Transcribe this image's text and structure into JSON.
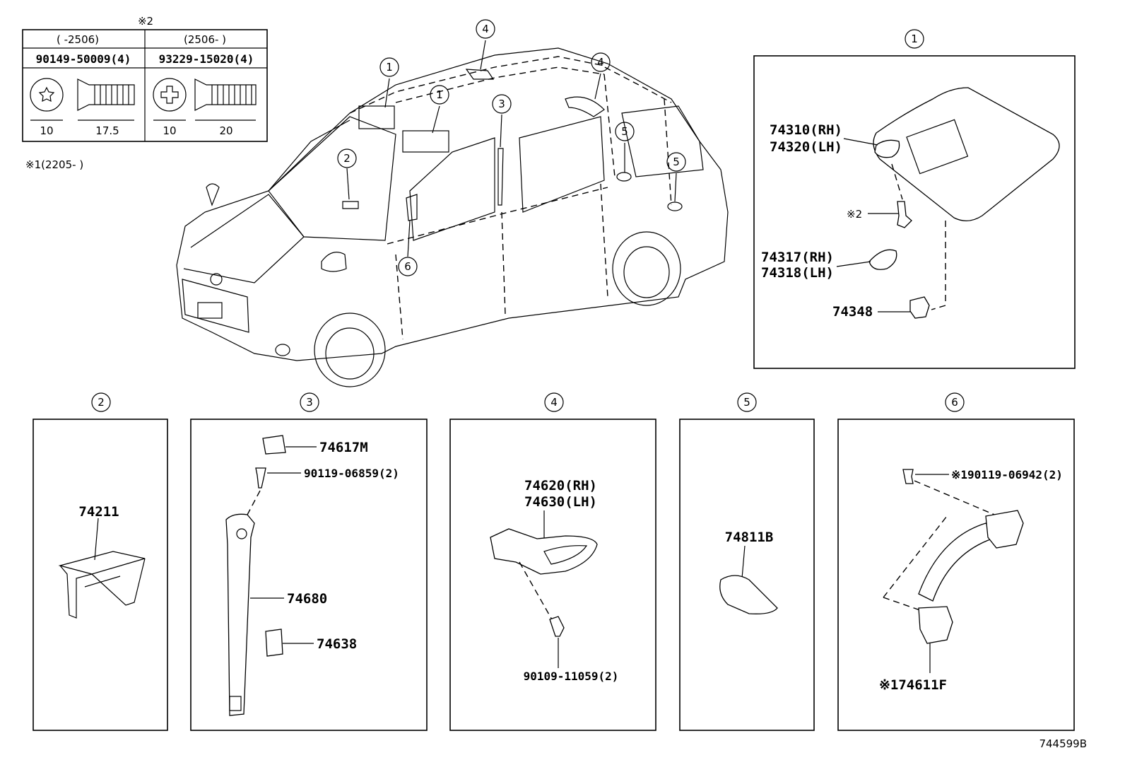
{
  "fastener_table": {
    "note_mark": "※2",
    "col1_range": "(    -2506)",
    "col2_range": "(2506-    )",
    "col1_part": "90149-50009(4)",
    "col2_part": "93229-15020(4)",
    "col1_dims": [
      "10",
      "17.5"
    ],
    "col2_dims": [
      "10",
      "20"
    ]
  },
  "note1": "※1(2205-    )",
  "callout_numbers": [
    "1",
    "2",
    "3",
    "4",
    "5",
    "6"
  ],
  "panel1": {
    "number": "1",
    "labels": [
      "74310(RH)",
      "74320(LH)",
      "※2",
      "74317(RH)",
      "74318(LH)",
      "74348"
    ]
  },
  "panel2": {
    "number": "2",
    "labels": [
      "74211"
    ]
  },
  "panel3": {
    "number": "3",
    "labels": [
      "74617M",
      "90119-06859(2)",
      "74680",
      "74638"
    ]
  },
  "panel4": {
    "number": "4",
    "labels": [
      "74620(RH)",
      "74630(LH)",
      "90109-11059(2)"
    ]
  },
  "panel5": {
    "number": "5",
    "labels": [
      "74811B"
    ]
  },
  "panel6": {
    "number": "6",
    "labels": [
      "※190119-06942(2)",
      "※174611F"
    ]
  },
  "diagram_code": "744599B"
}
